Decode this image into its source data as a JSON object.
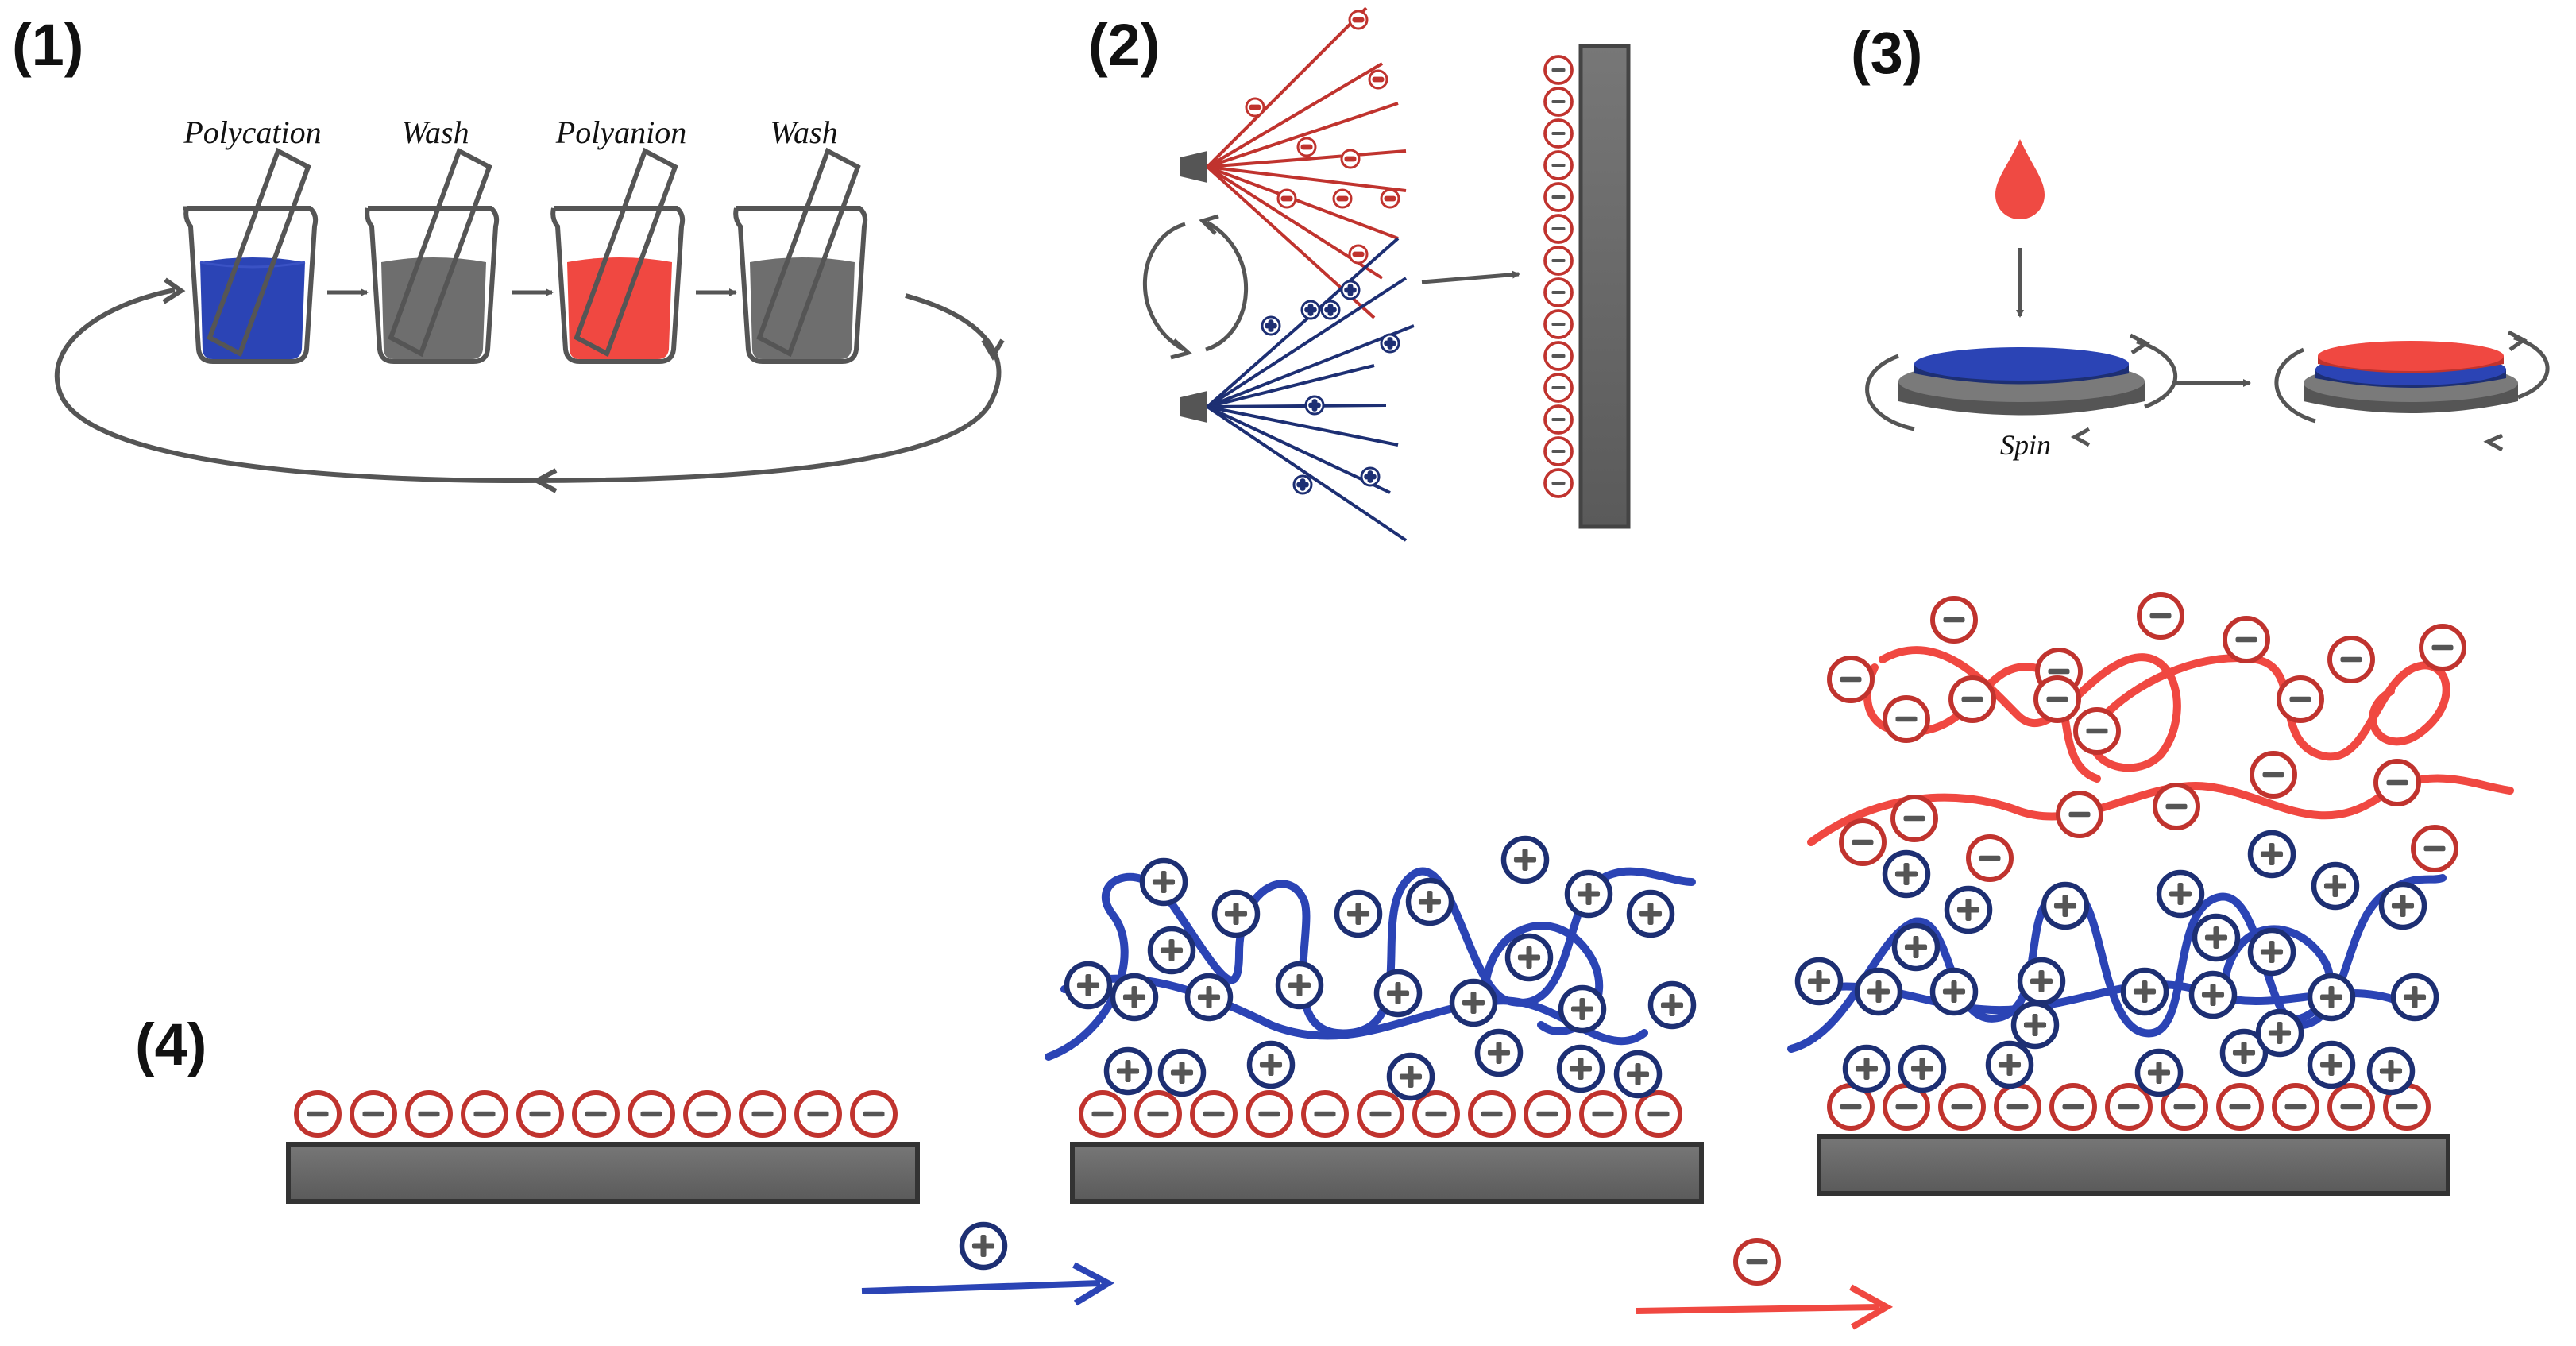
{
  "panels": {
    "p1": {
      "number": "(1)",
      "labels": [
        "Polycation",
        "Wash",
        "Polyanion",
        "Wash"
      ]
    },
    "p2": {
      "number": "(2)"
    },
    "p3": {
      "number": "(3)",
      "spin_label": "Spin"
    },
    "p4": {
      "number": "(4)"
    }
  },
  "colors": {
    "polycation": "#2b44b5",
    "polyanion": "#f04841",
    "wash": "#6e6e6e",
    "substrate": "#666666",
    "negative_ring": "#c0332e",
    "positive_ring": "#1d2f73",
    "chain_blue": "#2b44b5",
    "chain_red": "#f04841",
    "arrow": "#555555"
  },
  "icons": [
    "beaker-icon",
    "spray-nozzle-icon",
    "droplet-icon",
    "spin-disc-icon",
    "negative-charge-icon",
    "positive-charge-icon"
  ]
}
